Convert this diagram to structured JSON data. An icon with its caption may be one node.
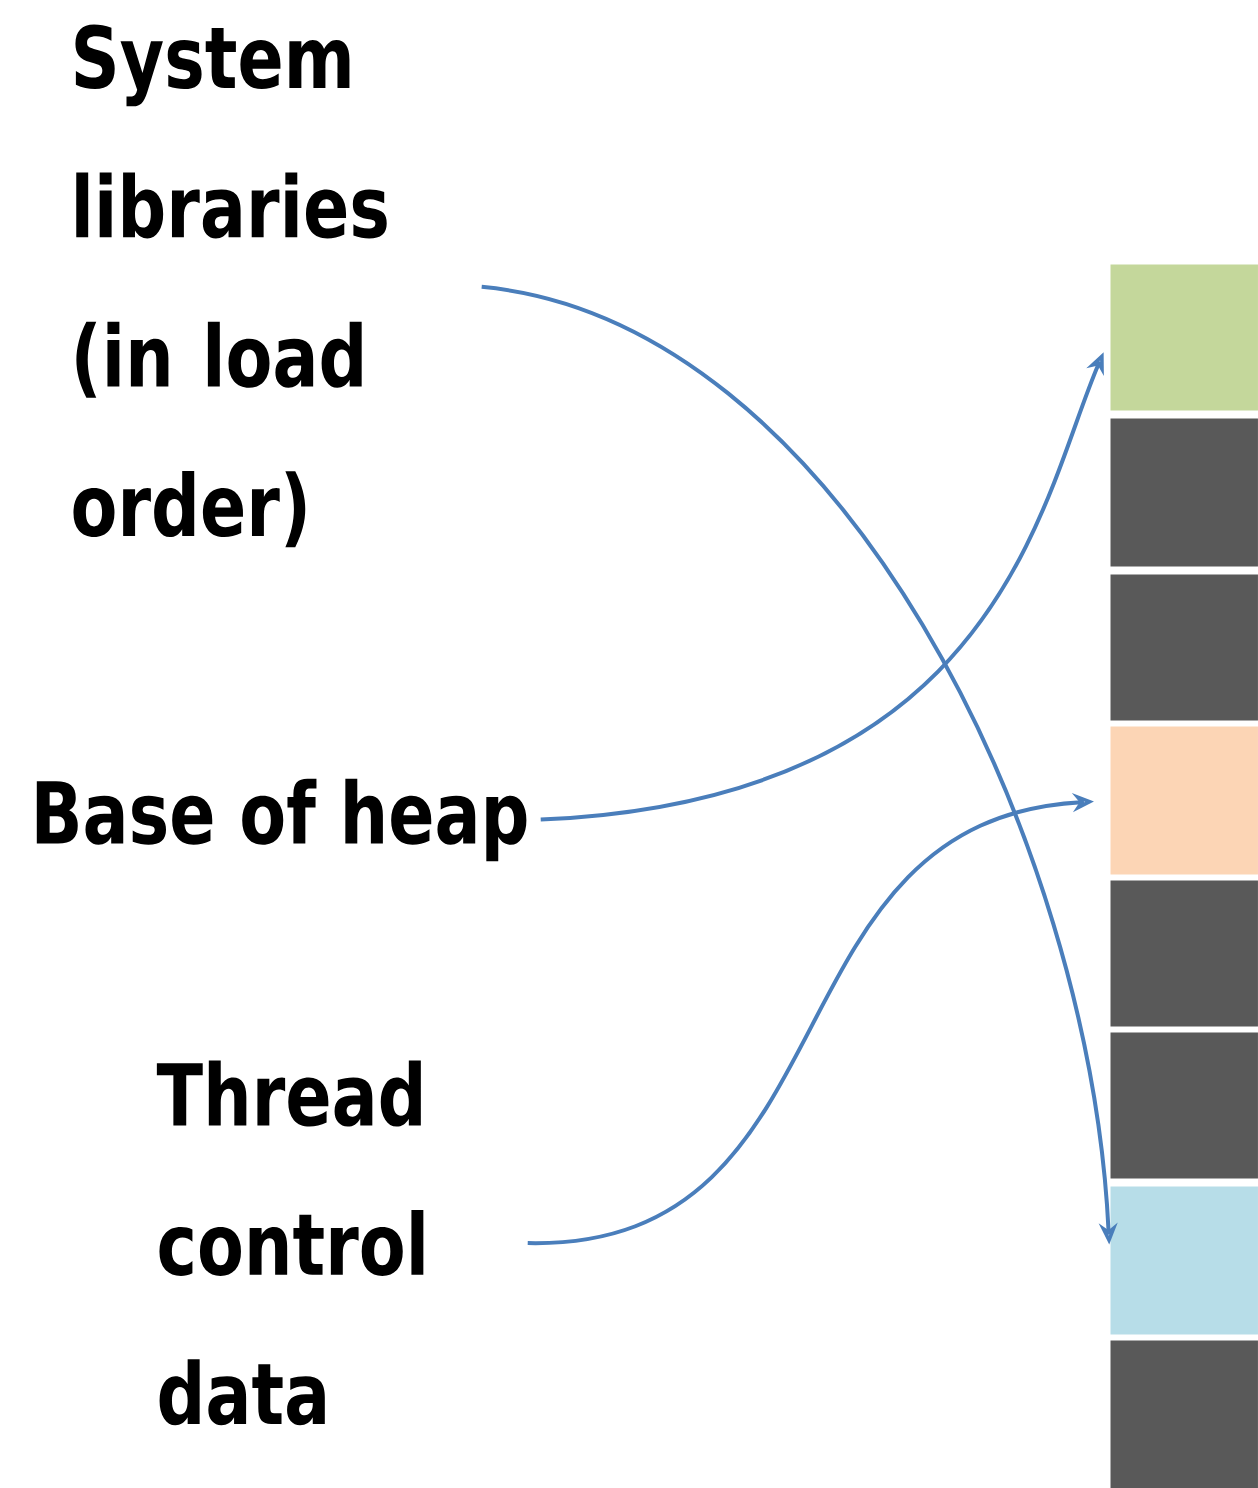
{
  "diagram": {
    "nodes": [
      {
        "text": [
          "System libraries (in load order)"
        ]
      },
      {
        "text": [
          "Base of heap"
        ]
      },
      {
        "text": [
          "Thread control data"
        ]
      },
      {
        "text": [],
        "shape": "box"
      },
      {
        "text": [],
        "shape": "box"
      },
      {
        "text": [],
        "shape": "box"
      },
      {
        "text": [],
        "shape": "box"
      },
      {
        "text": [],
        "shape": "box"
      },
      {
        "text": [],
        "shape": "box"
      },
      {
        "text": [],
        "shape": "box"
      },
      {
        "text": [],
        "shape": "box"
      }
    ],
    "edges": [
      {
        "from": 0,
        "to": 9,
        "arrow": "to"
      },
      {
        "from": 1,
        "to": 3,
        "arrow": "to"
      },
      {
        "from": 2,
        "to": 6,
        "arrow": "to"
      }
    ]
  }
}
